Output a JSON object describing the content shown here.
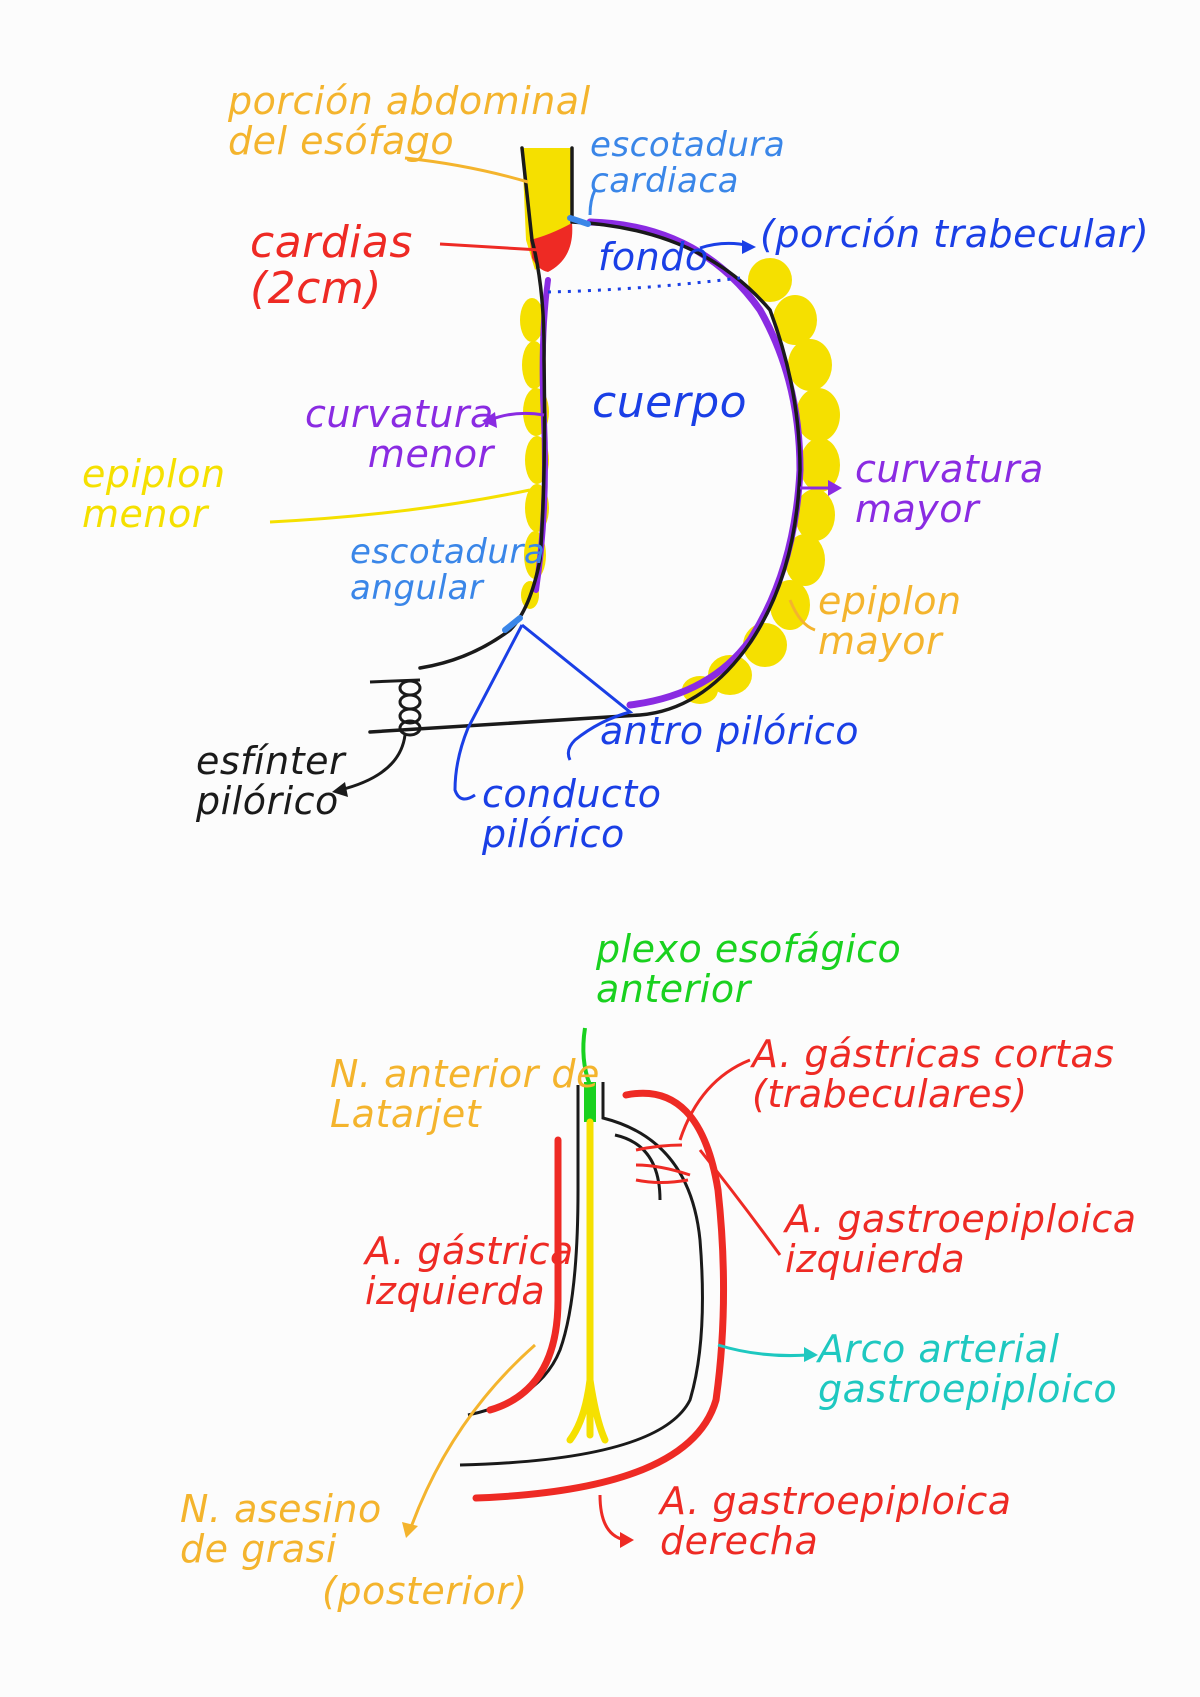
{
  "colors": {
    "yellow": "#f5e000",
    "orange": "#f4b42d",
    "red": "#ee2a24",
    "blue": "#1a3fe6",
    "lightblue": "#3a86e8",
    "purple": "#8a2be2",
    "black": "#1a1a1a",
    "green": "#19d11f",
    "teal": "#1ec8c0"
  },
  "stomach_anatomy": {
    "porcion_abdominal": "porción abdominal\ndel esófago",
    "escotadura_cardiaca": "escotadura\ncardiaca",
    "cardias": "cardias\n(2cm)",
    "fondo": "fondo",
    "porcion_trabecular": "(porción trabecular)",
    "cuerpo": "cuerpo",
    "curvatura_menor": "curvatura\nmenor",
    "epiplon_menor": "epiplon\nmenor",
    "curvatura_mayor": "curvatura\nmayor",
    "escotadura_angular": "escotadura\nangular",
    "epiplon_mayor": "epiplon\nmayor",
    "antro_pilorico": "antro pilórico",
    "esfinter_pilorico": "esfínter\npilórico",
    "conducto_pilorico": "conducto\npilórico"
  },
  "stomach_vessels": {
    "plexo_esofagico": "plexo esofágico\nanterior",
    "n_anterior_latarjet": "N. anterior de\nLatarjet",
    "a_gastricas_cortas": "A. gástricas cortas\n(trabeculares)",
    "a_gastrica_izquierda": "A. gástrica\nizquierda",
    "a_gastroepiploica_izquierda": "A. gastroepiploica\nizquierda",
    "arco_arterial": "Arco arterial\ngastroepiploico",
    "n_asesino_grassi": "N. asesino\nde grasi",
    "posterior": "(posterior)",
    "a_gastroepiploica_derecha": "A. gastroepiploica\nderecha"
  }
}
